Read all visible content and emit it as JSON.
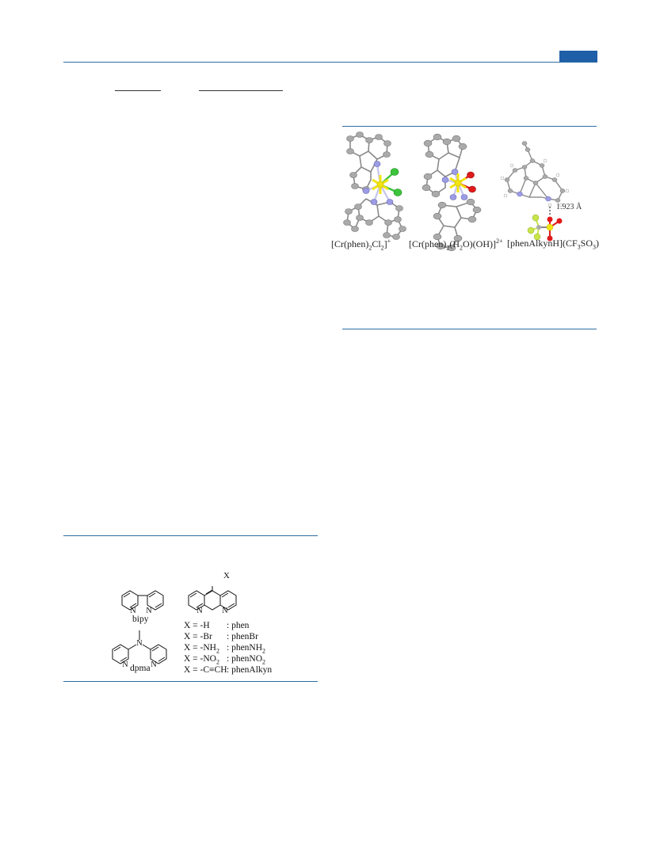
{
  "figure_top": {
    "captions": {
      "c1_a": "[Cr(phen)",
      "c1_sub1": "2",
      "c1_b": "Cl",
      "c1_sub2": "2",
      "c1_c": "]",
      "c1_sup": "+",
      "c2_a": "[Cr(phen)",
      "c2_sub1": "2",
      "c2_b": "(H",
      "c2_sub2": "2",
      "c2_c": "O)(OH)]",
      "c2_sup": "2+",
      "c3_a": "[phenAlkynH](CF",
      "c3_sub1": "3",
      "c3_b": "SO",
      "c3_sub2": "3",
      "c3_c": ")"
    },
    "distance_label": "1.923 Å"
  },
  "scheme": {
    "x_label": "X",
    "atom_N": "N",
    "bipy_name": "bipy",
    "dpma_name": "dpma",
    "table": [
      {
        "left": "X = -H",
        "right": ": phen"
      },
      {
        "left": "X = -Br",
        "right": ": phenBr"
      },
      {
        "left_a": "X = -NH",
        "left_sub": "2",
        "right_a": ": phenNH",
        "right_sub": "2"
      },
      {
        "left_a": "X = -NO",
        "left_sub": "2",
        "right_a": ": phenNO",
        "right_sub": "2"
      },
      {
        "left": "X = -C≡CH",
        "right": ": phenAlkyn"
      }
    ]
  },
  "colors": {
    "rule": "#2e6da4",
    "tab": "#1f5fa8",
    "Cr": "#f2e411",
    "Cl": "#3cc43c",
    "O": "#e01a1a",
    "N": "#9c9ce6",
    "C": "#9a9a9a",
    "F": "#c8e64a"
  }
}
